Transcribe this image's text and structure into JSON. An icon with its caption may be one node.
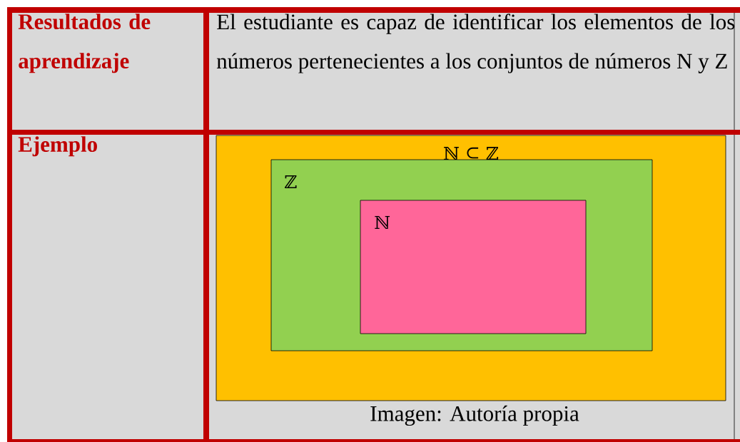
{
  "diagram": {
    "nodes": [
      {
        "text": [
          "ℕ ⊆ ℤ"
        ]
      },
      {
        "text": [
          "ℤ"
        ],
        "in": 0
      },
      {
        "text": [
          "ℕ"
        ],
        "in": 1
      }
    ],
    "edges": [],
    "labels": [
      "Resultados de aprendizaje",
      "El estudiante es capaz de identificar los elementos de los números pertenecientes a los conjuntos de números N y Z",
      "Ejemplo",
      "Imagen: Autoría propia"
    ]
  }
}
